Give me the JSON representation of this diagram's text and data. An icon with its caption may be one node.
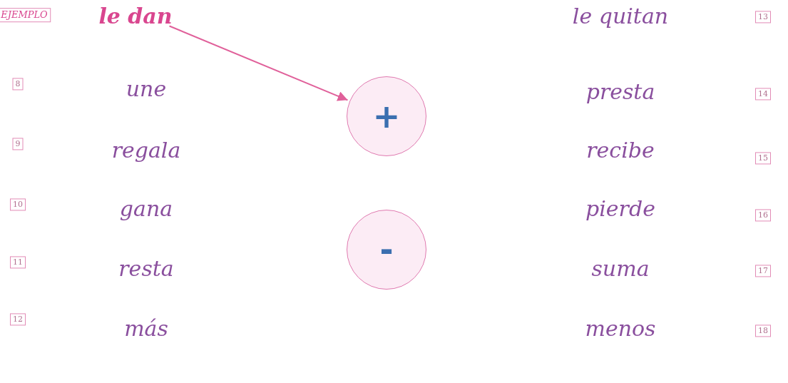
{
  "diagram": {
    "nodes": [
      {
        "text": [
          "le dan"
        ]
      },
      {
        "text": [
          "une"
        ]
      },
      {
        "text": [
          "regala"
        ]
      },
      {
        "text": [
          "gana"
        ]
      },
      {
        "text": [
          "resta"
        ]
      },
      {
        "text": [
          "más"
        ]
      },
      {
        "text": [
          "le quitan"
        ]
      },
      {
        "text": [
          "presta"
        ]
      },
      {
        "text": [
          "recibe"
        ]
      },
      {
        "text": [
          "pierde"
        ]
      },
      {
        "text": [
          "suma"
        ]
      },
      {
        "text": [
          "menos"
        ]
      },
      {
        "text": [
          "+"
        ]
      },
      {
        "text": [
          "-"
        ]
      }
    ],
    "edges": [
      {
        "from": 0,
        "to": 12,
        "arrow": "to",
        "color": "#e0609a"
      }
    ],
    "labels": [
      "EJEMPLO",
      "13",
      "8",
      "14",
      "9",
      "15",
      "10",
      "16",
      "11",
      "17",
      "12",
      "18"
    ]
  }
}
